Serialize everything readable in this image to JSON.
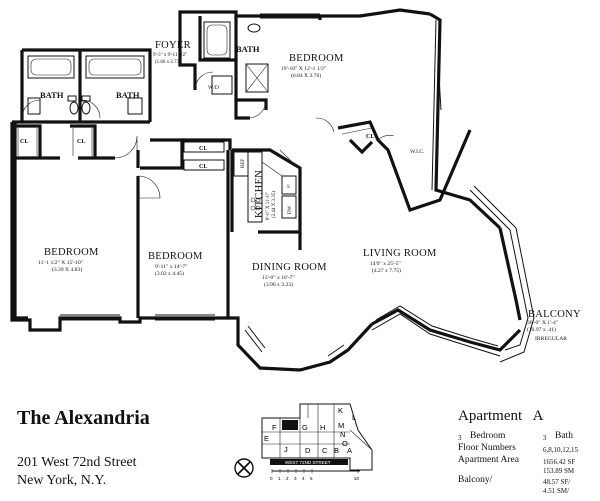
{
  "rooms": {
    "foyer": {
      "name": "FOYER",
      "dims": "9'-3\" x 9'-11 1/2\"",
      "metric": "(1.66 x 2.73)"
    },
    "bedroom_master": {
      "name": "BEDROOM",
      "dims": "19'-10\" X 12'-1 1/2\"",
      "metric": "(6.04 X 3.70)"
    },
    "bedroom_left": {
      "name": "BEDROOM",
      "dims": "11'-1 1/2\" X 15'-10\"",
      "metric": "(3.39 X 4.83)"
    },
    "bedroom_mid": {
      "name": "BEDROOM",
      "dims": "9'-11\" x 14'-7\"",
      "metric": "(3.02 x 4.45)"
    },
    "dining": {
      "name": "DINING ROOM",
      "dims": "13'-0\" x 10'-7\"",
      "metric": "(3.96 x 3.23)"
    },
    "living": {
      "name": "LIVING ROOM",
      "dims": "14'0\" x 25'-5\"",
      "metric": "(4.27 x 7.75)"
    },
    "kitchen": {
      "name": "KITCHEN",
      "dims": "8'-0\" X 11'-0\"",
      "metric": "(2.44 X 3.35)"
    },
    "balcony": {
      "name": "BALCONY",
      "dims": "36'-0\" X 1'-4\"",
      "metric": "(10.97 x .41)",
      "note": "IRREGULAR"
    }
  },
  "fixtures": {
    "bath": "BATH",
    "closet": "CL",
    "wic": "W.I.C.",
    "wd": "W/D",
    "ref": "REF",
    "dw": "DW",
    "s": "S"
  },
  "key_plan": {
    "letters": [
      "K",
      "L",
      "F",
      "G",
      "H",
      "M",
      "N",
      "O",
      "E",
      "D",
      "C",
      "B",
      "A",
      "J"
    ],
    "street": "WEST 72ND STREET",
    "scale": [
      "0",
      "1",
      "2",
      "3",
      "4",
      "5",
      "10"
    ]
  },
  "building": {
    "name": "The Alexandria",
    "address_line1": "201 West 72nd Street",
    "address_line2": "New York, N.Y."
  },
  "apartment": {
    "title": "Apartment   A",
    "bedrooms_count": "3",
    "bedrooms_label": "Bedroom",
    "bath_count": "3",
    "bath_label": "Bath",
    "floor_label": "Floor Numbers",
    "floor_value": "6,8,10,12,15",
    "area_label": "Apartment Area",
    "area_sf": "1656.42 SF",
    "area_sm": "153.89 SM",
    "balcony_label": "Balcony/",
    "balcony_sf": "48.57 SF/",
    "balcony_sm": "4.51 SM/"
  }
}
